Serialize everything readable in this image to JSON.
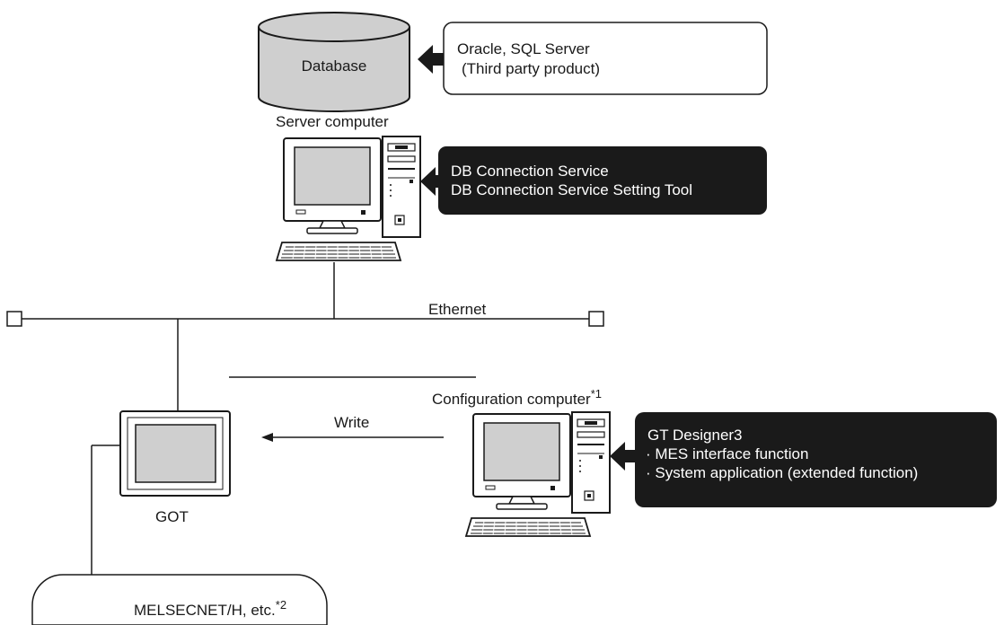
{
  "database": {
    "label": "Database",
    "callout_lines": [
      "Oracle, SQL Server",
      "(Third party product)"
    ]
  },
  "server": {
    "label": "Server computer",
    "callout_lines": [
      "DB Connection Service",
      "DB Connection Service Setting Tool"
    ]
  },
  "network": {
    "ethernet_label": "Ethernet"
  },
  "got": {
    "label": "GOT"
  },
  "write": {
    "label": "Write"
  },
  "config": {
    "label": "Configuration computer",
    "note_mark": "*1",
    "callout_lines": [
      "GT Designer3",
      "· MES interface function",
      "· System application (extended function)"
    ]
  },
  "melsecnet": {
    "label": "MELSECNET/H, etc.",
    "note_mark": "*2"
  },
  "colors": {
    "callout_dark": "#1a1a1a",
    "database_fill": "#cfcfcf",
    "screen_fill": "#cfcfcf",
    "line": "#1a1a1a"
  }
}
